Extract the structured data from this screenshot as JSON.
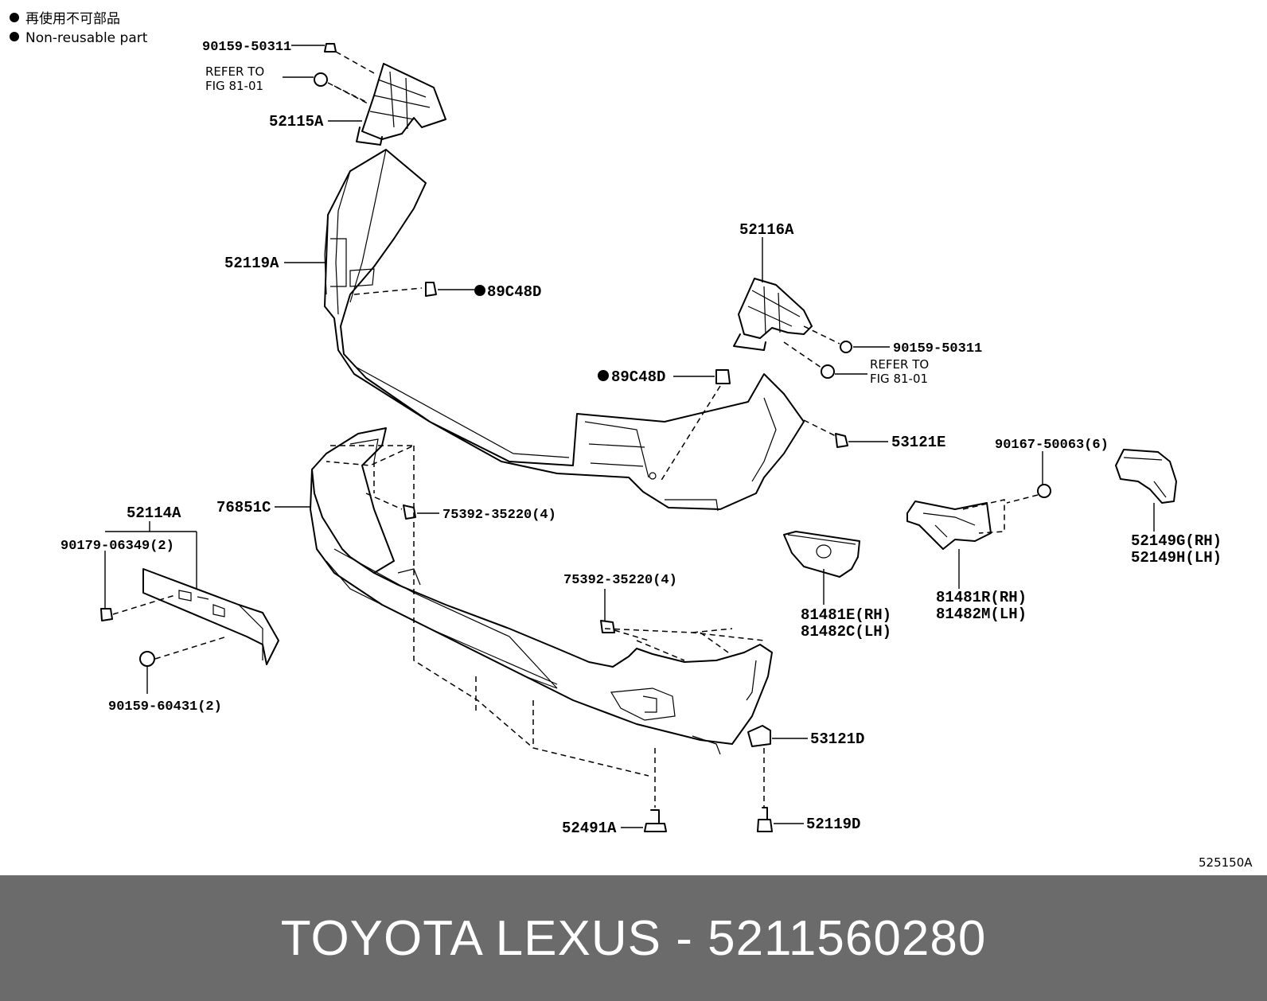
{
  "legend": {
    "reusable_jp": "再使用不可部品",
    "nonreusable_en": "Non-reusable part"
  },
  "diagram_id": "525150A",
  "labels": {
    "p_90159_50311_a": "90159-50311",
    "refer_a_line1": "REFER TO",
    "refer_a_line2": "FIG 81-01",
    "p_52115A": "52115A",
    "p_52119A": "52119A",
    "p_89C48D_a": "89C48D",
    "p_52116A": "52116A",
    "p_90159_50311_b": "90159-50311",
    "refer_b_line1": "REFER TO",
    "refer_b_line2": "FIG 81-01",
    "p_89C48D_b": "89C48D",
    "p_53121E": "53121E",
    "p_90167_50063": "90167-50063(6)",
    "p_52149G": "52149G(RH)",
    "p_52149H": "52149H(LH)",
    "p_76851C": "76851C",
    "p_75392_a": "75392-35220(4)",
    "p_52114A": "52114A",
    "p_90179_06349": "90179-06349(2)",
    "p_81481E": "81481E(RH)",
    "p_81482C": "81482C(LH)",
    "p_81481R": "81481R(RH)",
    "p_81482M": "81482M(LH)",
    "p_75392_b": "75392-35220(4)",
    "p_90159_60431": "90159-60431(2)",
    "p_53121D": "53121D",
    "p_52491A": "52491A",
    "p_52119D": "52119D"
  },
  "footer": {
    "title": "TOYOTA LEXUS - 5211560280"
  }
}
